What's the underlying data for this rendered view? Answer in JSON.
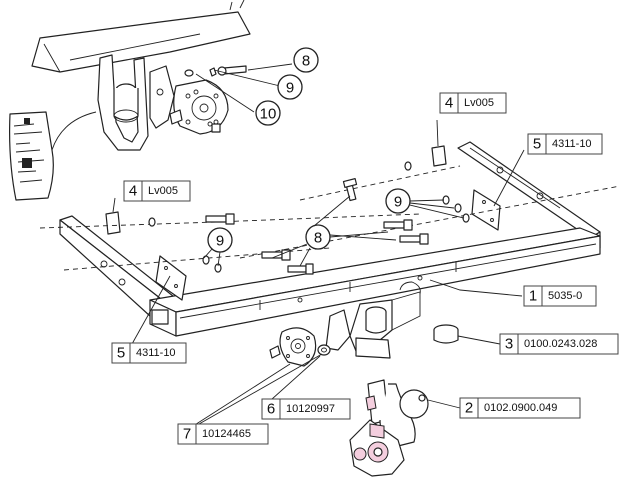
{
  "callouts": {
    "c1": {
      "num": "1",
      "code": "5035-0"
    },
    "c2": {
      "num": "2",
      "code": "0102.0900.049"
    },
    "c3": {
      "num": "3",
      "code": "0100.0243.028"
    },
    "c4a": {
      "num": "4",
      "code": "Lv005"
    },
    "c4b": {
      "num": "4",
      "code": "Lv005"
    },
    "c5a": {
      "num": "5",
      "code": "4311-10"
    },
    "c5b": {
      "num": "5",
      "code": "4311-10"
    },
    "c6": {
      "num": "6",
      "code": "10120997"
    },
    "c7": {
      "num": "7",
      "code": "10124465"
    }
  },
  "circles": {
    "top8": "8",
    "top9": "9",
    "top10": "10",
    "mid8": "8",
    "right9": "9",
    "left9": "9"
  }
}
